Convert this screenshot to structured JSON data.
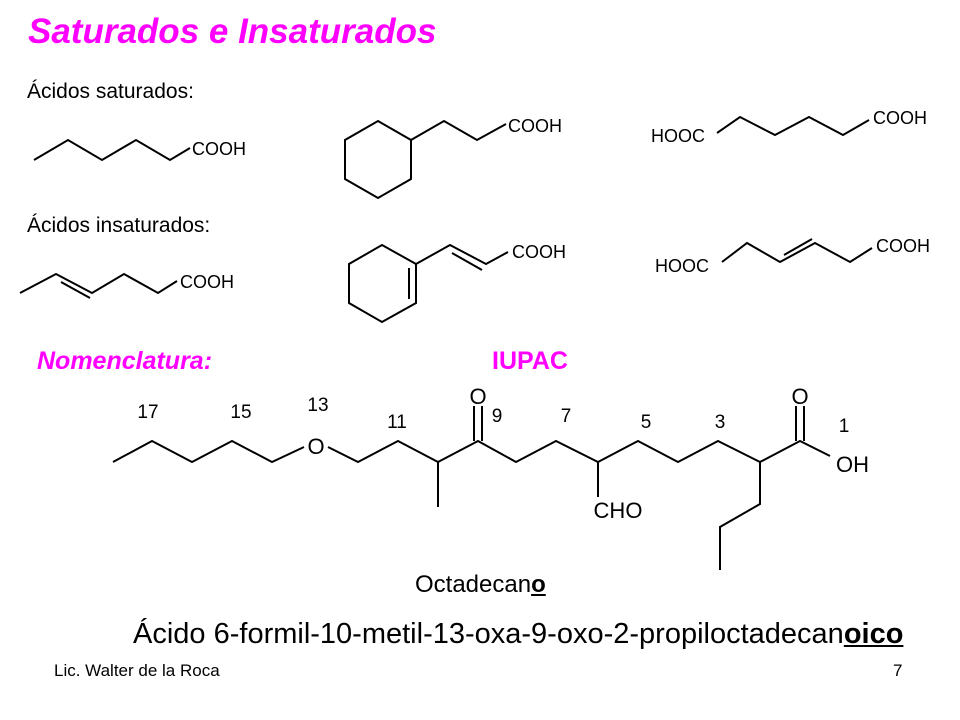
{
  "title": "Saturados e Insaturados",
  "saturated_heading": "Ácidos saturados:",
  "unsaturated_heading": "Ácidos insaturados:",
  "nomenclature_label": "Nomenclatura:",
  "iupac_label": "IUPAC",
  "groups": {
    "cooh": "COOH",
    "hooc": "HOOC",
    "oxygen": "O",
    "oh": "OH",
    "cho": "CHO"
  },
  "locants": [
    "17",
    "15",
    "13",
    "11",
    "9",
    "7",
    "5",
    "3",
    "1"
  ],
  "parent_chain": {
    "stem": "Octadecan",
    "suffix": "o"
  },
  "iupac_name": {
    "stem": "Ácido 6-formil-10-metil-13-oxa-9-oxo-2-propiloctadecan",
    "suffix": "oico"
  },
  "footer": {
    "author": "Lic. Walter de la Roca",
    "page_number": "7"
  },
  "colors": {
    "title": "#ff00ff",
    "text": "#000000",
    "background": "#ffffff"
  }
}
